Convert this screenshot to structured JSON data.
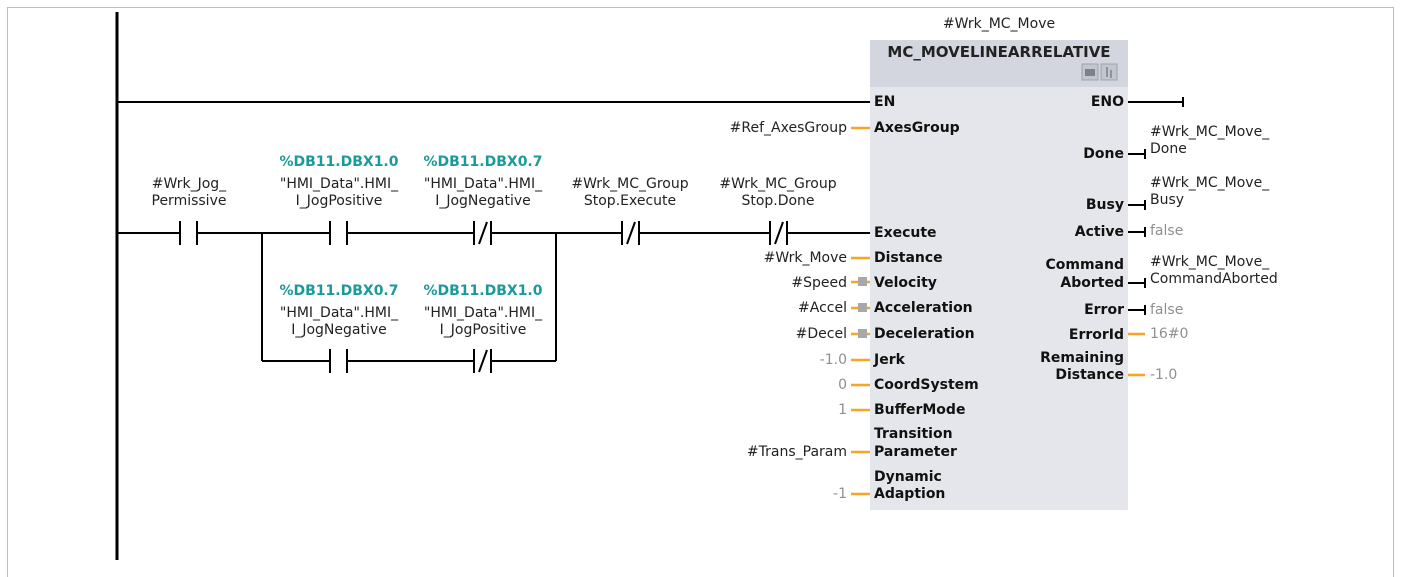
{
  "instance_name": "#Wrk_MC_Move",
  "block": {
    "type_name": "MC_MOVELINEARRELATIVE",
    "header_icons": [
      "block-view-icon",
      "block-symbol-icon"
    ],
    "inputs": [
      {
        "pin": "EN"
      },
      {
        "pin": "AxesGroup",
        "param": "#Ref_AxesGroup"
      },
      {
        "pin": "Execute"
      },
      {
        "pin": "Distance",
        "param": "#Wrk_Move"
      },
      {
        "pin": "Velocity",
        "param": "#Speed"
      },
      {
        "pin": "Acceleration",
        "param": "#Accel"
      },
      {
        "pin": "Deceleration",
        "param": "#Decel"
      },
      {
        "pin": "Jerk",
        "param": "-1.0"
      },
      {
        "pin": "CoordSystem",
        "param": "0"
      },
      {
        "pin": "BufferMode",
        "param": "1"
      },
      {
        "pin": "Transition\nParameter",
        "pin_line1": "Transition",
        "pin_line2": "Parameter",
        "param": "#Trans_Param"
      },
      {
        "pin": "Dynamic\nAdaption",
        "pin_line1": "Dynamic",
        "pin_line2": "Adaption",
        "param": "-1"
      }
    ],
    "outputs": [
      {
        "pin": "ENO"
      },
      {
        "pin": "Done",
        "param_line1": "#Wrk_MC_Move_",
        "param_line2": "Done"
      },
      {
        "pin": "Busy",
        "param_line1": "#Wrk_MC_Move_",
        "param_line2": "Busy"
      },
      {
        "pin": "Active",
        "param": "false"
      },
      {
        "pin_line1": "Command",
        "pin_line2": "Aborted",
        "param_line1": "#Wrk_MC_Move_",
        "param_line2": "CommandAborted"
      },
      {
        "pin": "Error",
        "param": "false"
      },
      {
        "pin": "ErrorId",
        "param": "16#0"
      },
      {
        "pin_line1": "Remaining",
        "pin_line2": "Distance",
        "param": "-1.0"
      }
    ]
  },
  "contacts": [
    {
      "id": "permissive",
      "line1": "#Wrk_Jog_",
      "line2": "Permissive",
      "type": "NO"
    },
    {
      "id": "jogpos1",
      "address": "%DB11.DBX1.0",
      "line1": "\"HMI_Data\".HMI_",
      "line2": "I_JogPositive",
      "type": "NO"
    },
    {
      "id": "jogneg1",
      "address": "%DB11.DBX0.7",
      "line1": "\"HMI_Data\".HMI_",
      "line2": "I_JogNegative",
      "type": "NC"
    },
    {
      "id": "groupstop_exec",
      "line1": "#Wrk_MC_Group",
      "line2": "Stop.Execute",
      "type": "NC"
    },
    {
      "id": "groupstop_done",
      "line1": "#Wrk_MC_Group",
      "line2": "Stop.Done",
      "type": "NC"
    },
    {
      "id": "jogneg2",
      "address": "%DB11.DBX0.7",
      "line1": "\"HMI_Data\".HMI_",
      "line2": "I_JogNegative",
      "type": "NO"
    },
    {
      "id": "jogpos2",
      "address": "%DB11.DBX1.0",
      "line1": "\"HMI_Data\".HMI_",
      "line2": "I_JogPositive",
      "type": "NC"
    }
  ],
  "colors": {
    "wire": "#000000",
    "param_wire": "#f5a623",
    "address": "#1a9a9a",
    "block_body": "#e4e6eb",
    "block_header": "#d3d6de",
    "grayed_value": "#8f8f8f"
  }
}
